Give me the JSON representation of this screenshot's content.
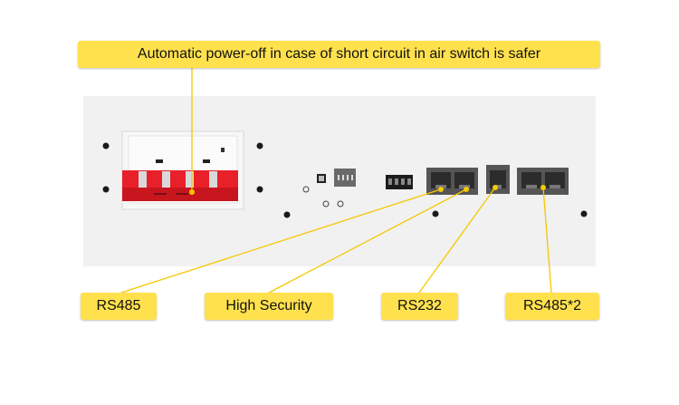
{
  "labels": {
    "top": "Automatic power-off in case of short circuit in air switch is safer",
    "rs485": "RS485",
    "high_security": "High Security",
    "rs232": "RS232",
    "rs485x2": "RS485*2"
  },
  "colors": {
    "label_bg": "#ffe14d",
    "breaker_red": "#e8202a",
    "panel": "#f1f1f1",
    "leader_line": "#f5c800"
  },
  "icons": [
    "mounting-hole-icon",
    "circuit-breaker-icon",
    "usb-port-icon",
    "dip-switch-icon",
    "terminal-block-icon",
    "rj45-port-icon",
    "rj11-port-icon"
  ]
}
